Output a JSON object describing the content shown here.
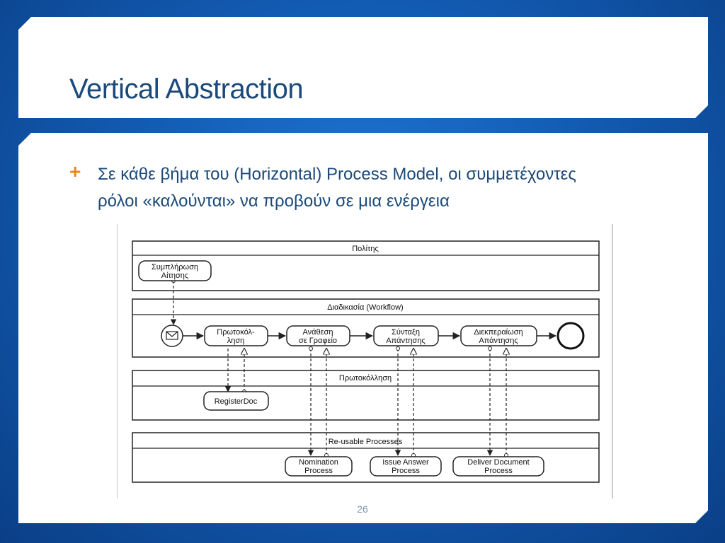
{
  "slide": {
    "title": "Vertical Abstraction",
    "page_number": "26"
  },
  "bullet": {
    "icon": "plus-icon",
    "line1": "Σε κάθε βήμα του (Horizontal) Process Model, οι συμμετέχοντες",
    "line2": "ρόλοι «καλούνται» να προβούν σε μια ενέργεια"
  },
  "diagram": {
    "lanes": {
      "citizen": "Πολίτης",
      "workflow": "Διαδικασία (Workflow)",
      "protocol": "Πρωτοκόλληση",
      "reusable": "Re-usable Processes"
    },
    "tasks": {
      "fill_l1": "Συμπλήρωση",
      "fill_l2": "Αίτησης",
      "protocol_l1": "Πρωτοκόλ-",
      "protocol_l2": "ληση",
      "assign_l1": "Ανάθεση",
      "assign_l2": "σε Γραφείο",
      "compose_l1": "Σύνταξη",
      "compose_l2": "Απάντησης",
      "complete_l1": "Διεκπεραίωση",
      "complete_l2": "Απάντησης",
      "registerdoc": "RegisterDoc",
      "nomination_l1": "Nomination",
      "nomination_l2": "Process",
      "issue_l1": "Issue Answer",
      "issue_l2": "Process",
      "deliver_l1": "Deliver Document",
      "deliver_l2": "Process"
    }
  }
}
